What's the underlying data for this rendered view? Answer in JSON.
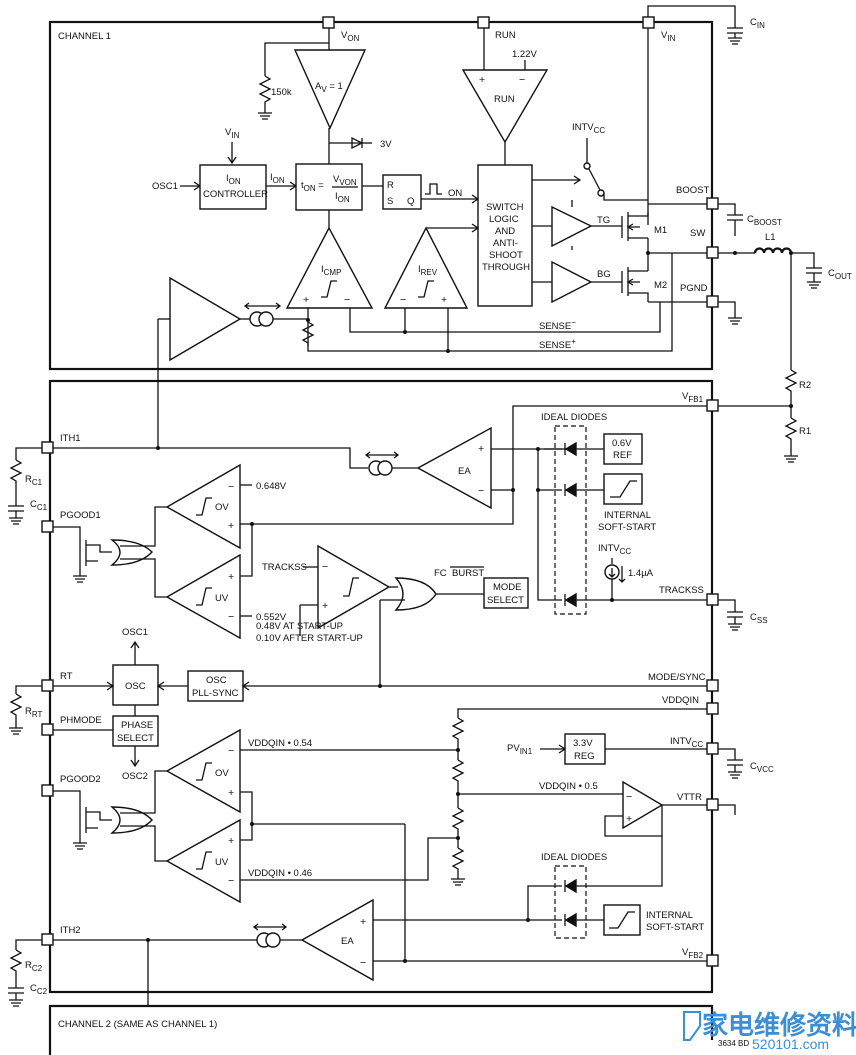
{
  "blocks": {
    "channel1": "CHANNEL 1",
    "channel2": "CHANNEL 2 (SAME AS CHANNEL 1)",
    "ion_ctrl_1": "I",
    "ion_ctrl_1s": "ON",
    "ion_ctrl_2": "CONTROLLER",
    "ton_a": "t",
    "ton_as": "ON",
    "ton_b": " = ",
    "ton_c": "V",
    "ton_cs": "VON",
    "ton_d": "I",
    "ton_ds": "ON",
    "av": "A",
    "av_s": "V",
    "av_v": " = 1",
    "run": "RUN",
    "switch1": "SWITCH",
    "switch2": "LOGIC",
    "switch3": "AND",
    "switch4": "ANTI-",
    "switch5": "SHOOT",
    "switch6": "THROUGH",
    "icmp": "I",
    "icmp_s": "CMP",
    "irev": "I",
    "irev_s": "REV",
    "tg": "TG",
    "bg": "BG",
    "m1": "M1",
    "m2": "M2",
    "ea": "EA",
    "ea2": "EA",
    "ov": "OV",
    "uv": "UV",
    "ov2": "OV",
    "uv2": "UV",
    "ref1": "0.6V",
    "ref2": "REF",
    "ss1": "INTERNAL",
    "ss2": "SOFT-START",
    "ss3": "INTERNAL",
    "ss4": "SOFT-START",
    "mode1": "MODE",
    "mode2": "SELECT",
    "osc": "OSC",
    "pll1": "OSC",
    "pll2": "PLL-SYNC",
    "phase1": "PHASE",
    "phase2": "SELECT",
    "reg1": "3.3V",
    "reg2": "REG",
    "ideal1": "IDEAL DIODES",
    "ideal2": "IDEAL DIODES",
    "r_lbl": "R",
    "s_lbl": "S",
    "q_lbl": "Q"
  },
  "labels": {
    "von": "V",
    "von_s": "ON",
    "run": "RUN",
    "vin": "V",
    "vin_s": "IN",
    "cin": "C",
    "cin_s": "IN",
    "r150k": "150k",
    "v122": "1.22V",
    "v3": "3V",
    "intvcc_top": "INTV",
    "intvcc_top_s": "CC",
    "osc1": "OSC1",
    "vin2": "V",
    "vin2_s": "IN",
    "ion": "I",
    "ion_s": "ON",
    "on": "ON",
    "boost": "BOOST",
    "cboost": "C",
    "cboost_s": "BOOST",
    "sw": "SW",
    "l1": "L1",
    "cout": "C",
    "cout_s": "OUT",
    "pgnd": "PGND",
    "sense_minus": "SENSE",
    "sense_minus_sup": "−",
    "sense_plus": "SENSE",
    "sense_plus_sup": "+",
    "r2": "R2",
    "r1": "R1",
    "vfb1": "V",
    "vfb1_s": "FB1",
    "ith1": "ITH1",
    "rc1": "R",
    "rc1_s": "C1",
    "cc1": "C",
    "cc1_s": "C1",
    "pgood1": "PGOOD1",
    "v648": "0.648V",
    "v552": "0.552V",
    "trackss_in": "TRACKSS",
    "fc": "FC",
    "burst": "BURST",
    "intvcc_mid": "INTV",
    "intvcc_mid_s": "CC",
    "i14": "1.4µA",
    "trackss": "TRACKSS",
    "css": "C",
    "css_s": "SS",
    "startup1": "0.48V AT START-UP",
    "startup2": "0.10V AFTER START-UP",
    "osc1_out": "OSC1",
    "rt": "RT",
    "rrt": "R",
    "rrt_s": "RT",
    "mode_sync": "MODE/SYNC",
    "vddqin": "VDDQIN",
    "phmode": "PHMODE",
    "vddqin054": "VDDQIN • 0.54",
    "pvin1": "PV",
    "pvin1_s": "IN1",
    "intvcc_pin": "INTV",
    "intvcc_pin_s": "CC",
    "cvcc": "C",
    "cvcc_s": "VCC",
    "osc2": "OSC2",
    "pgood2": "PGOOD2",
    "vddqin05": "VDDQIN • 0.5",
    "vttr": "VTTR",
    "vddqin046": "VDDQIN • 0.46",
    "ith2": "ITH2",
    "rc2": "R",
    "rc2_s": "C2",
    "cc2": "C",
    "cc2_s": "C2",
    "vfb2": "V",
    "vfb2_s": "FB2",
    "partno": "3634 BD"
  },
  "watermark": {
    "text": "家电维修资料网",
    "url": "520101.com"
  }
}
